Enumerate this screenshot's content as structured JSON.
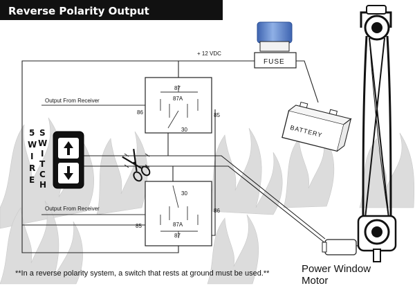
{
  "title": "Reverse Polarity Output",
  "supply_label": "+ 12 VDC",
  "fuse_label": "FUSE",
  "battery_label": "BATTERY",
  "relay_top": {
    "pin87": "87",
    "pin87a": "87A",
    "pin86": "86",
    "pin85": "85",
    "pin30": "30",
    "input_label": "Output From Receiver"
  },
  "relay_bottom": {
    "pin87": "87",
    "pin87a": "87A",
    "pin86": "86",
    "pin85": "85",
    "pin30": "30",
    "input_label": "Output From Receiver"
  },
  "switch_label_left": [
    "5",
    "W",
    "I",
    "R",
    "E"
  ],
  "switch_label_right": [
    "S",
    "W",
    "I",
    "T",
    "C",
    "H"
  ],
  "note": "**In a reverse polarity system, a switch that rests at ground must be used.**",
  "motor_label_line1": "Power Window",
  "motor_label_line2": "Motor",
  "colors": {
    "title_bg": "#111111",
    "flame": "#d9d9d9",
    "fuse_cap": "#6f93d1"
  }
}
